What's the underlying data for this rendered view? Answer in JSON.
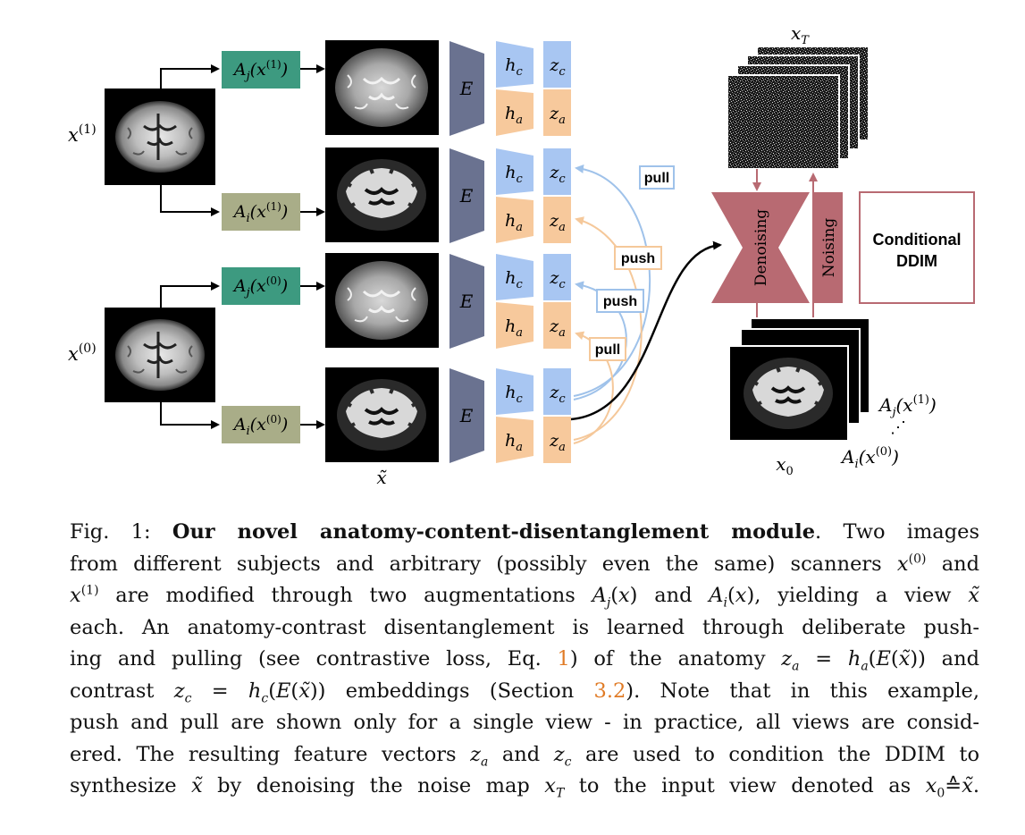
{
  "diagram": {
    "inputs": {
      "x1": "x",
      "x1_sup": "(1)",
      "x0": "x",
      "x0_sup": "(0)"
    },
    "aug": {
      "Aj1": "A_j(x^(1))",
      "Ai1": "A_i(x^(1))",
      "Aj0": "A_j(x^(0))",
      "Ai0": "A_i(x^(0))"
    },
    "encoder_label": "E",
    "heads": {
      "hc": "h",
      "hc_sub": "c",
      "ha": "h",
      "ha_sub": "a"
    },
    "embeddings": {
      "zc": "z",
      "zc_sub": "c",
      "za": "z",
      "za_sub": "a"
    },
    "views_label": "x̃",
    "losses": {
      "pull": "pull",
      "push": "push"
    },
    "ddim": {
      "denoising": "Denoising",
      "noising": "Noising",
      "title_line1": "Conditional",
      "title_line2": "DDIM",
      "xT": "x",
      "xT_sub": "T",
      "x0": "x",
      "x0_sub": "0",
      "out_top": "A_j(x^(1))",
      "out_dots": "⋰",
      "out_bottom": "A_i(x^(0))"
    },
    "colors": {
      "aug_j": "#3d9a80",
      "aug_i": "#a9ad88",
      "encoder": "#6a7290",
      "blue": "#a8c6f2",
      "orange": "#f7c99c",
      "ddim": "#b86a72",
      "pull_blue": "#9fc2ea",
      "push_orange": "#f5c89a"
    }
  },
  "caption": {
    "label": "Fig. 1:",
    "bold": "Our novel anatomy-content-disentanglement module",
    "l1": ". Two images",
    "l2a": "from different subjects and arbitrary (possibly even the same) scanners ",
    "l2b": " and",
    "l3a": " are modified through two augmentations ",
    "l3b": " and ",
    "l3c": ", yielding a view ",
    "l4": "each. An anatomy-contrast disentanglement is learned through deliberate push-",
    "l5a": "ing and pulling (see contrastive loss, Eq. ",
    "l5ref": "1",
    "l5b": ") of the anatomy ",
    "l5c": " and",
    "l6a": "contrast ",
    "l6b": " embeddings (Section ",
    "l6ref": "3.2",
    "l6c": "). Note that in this example,",
    "l7": "push and pull are shown only for a single view - in practice, all views are consid-",
    "l8a": "ered. The resulting feature vectors ",
    "l8b": " and ",
    "l8c": " are used to condition the DDIM to",
    "l9a": "synthesize ",
    "l9b": " by denoising the noise map ",
    "l9c": " to the input view denoted as "
  }
}
